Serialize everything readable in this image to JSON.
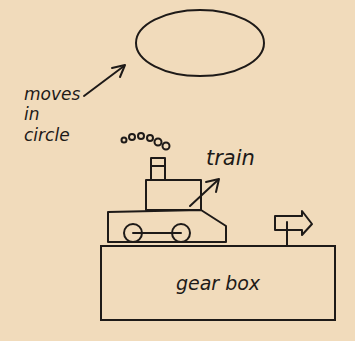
{
  "diagram": {
    "nodes": [
      {
        "text": [
          "gear box"
        ]
      }
    ],
    "labels": [
      "moves in circle",
      "train"
    ]
  }
}
